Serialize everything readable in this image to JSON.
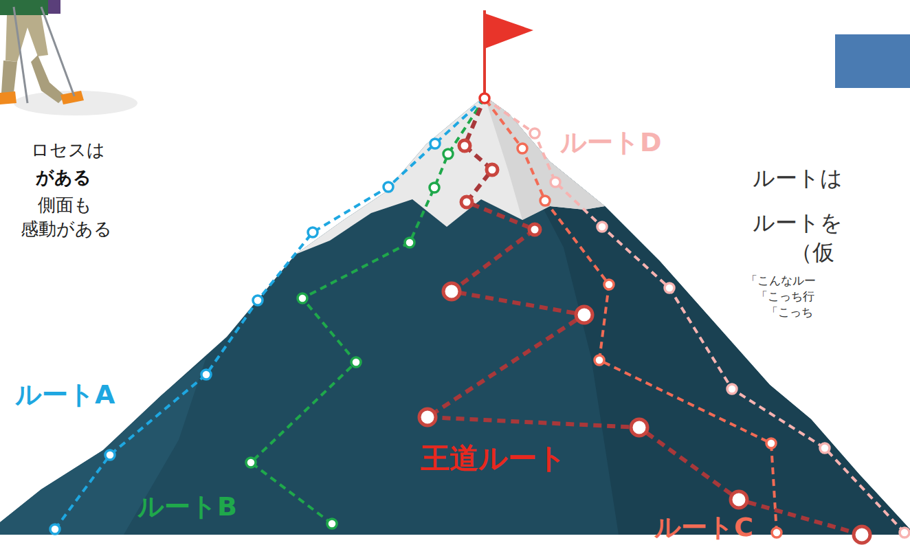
{
  "diagram": {
    "labels": [
      "ロセスは",
      "がある",
      "側面も",
      "感動がある",
      "ルートA",
      "ルートB",
      "王道ルート",
      "ルートC",
      "ルートD",
      "ルートは",
      "ルートを",
      "（仮",
      "「こんなルー",
      "「こっち行",
      "「こっち"
    ]
  }
}
